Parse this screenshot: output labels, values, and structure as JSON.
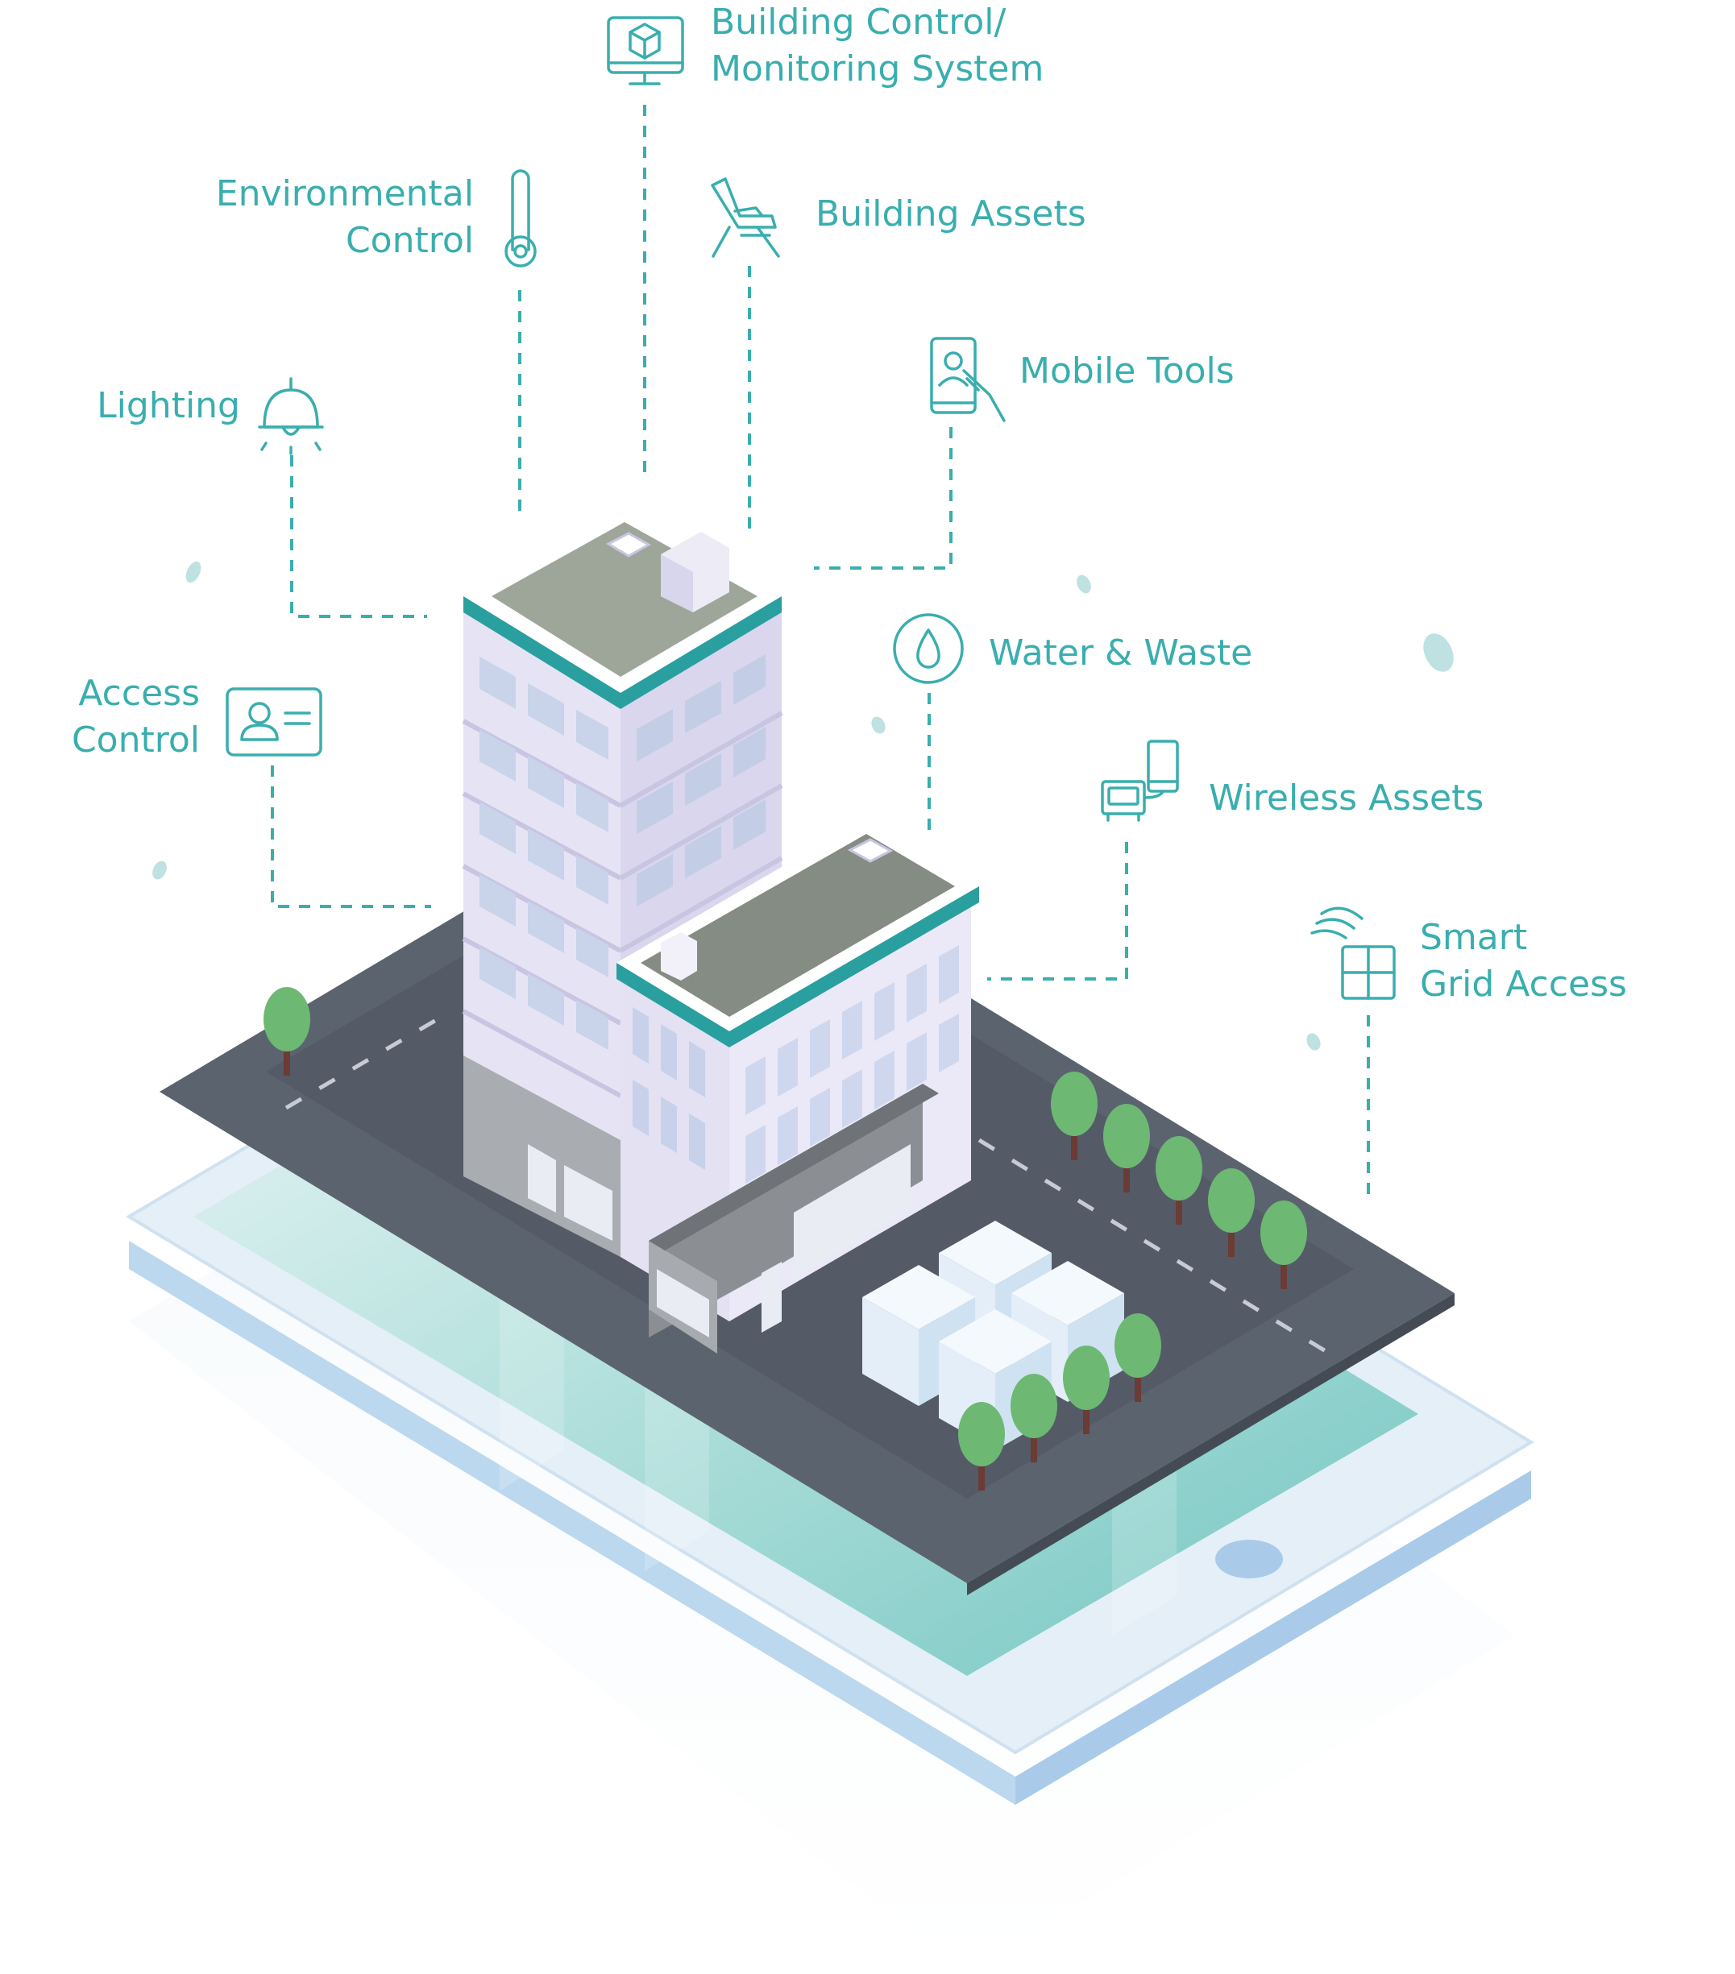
{
  "labels": {
    "bms_line1": "Building Control/",
    "bms_line2": "Monitoring System",
    "env_line1": "Environmental",
    "env_line2": "Control",
    "assets": "Building Assets",
    "mobile": "Mobile Tools",
    "lighting": "Lighting",
    "water": "Water & Waste",
    "access_line1": "Access",
    "access_line2": "Control",
    "wireless": "Wireless Assets",
    "grid_line1": "Smart",
    "grid_line2": "Grid Access"
  },
  "icons": {
    "bms": "monitor-icon",
    "env": "thermometer-icon",
    "assets": "chair-icon",
    "mobile": "mobile-phone-icon",
    "lighting": "ceiling-lamp-icon",
    "water": "water-drop-icon",
    "access": "id-card-icon",
    "wireless": "wireless-devices-icon",
    "grid": "smart-grid-icon"
  },
  "colors": {
    "accent": "#3aaeae",
    "tablet_body": "#d6e7f5",
    "tablet_screen": "#8fd3cf",
    "road": "#5a6370",
    "tree": "#6db873",
    "building": "#e3e1f2",
    "roof": "#8a9088"
  }
}
